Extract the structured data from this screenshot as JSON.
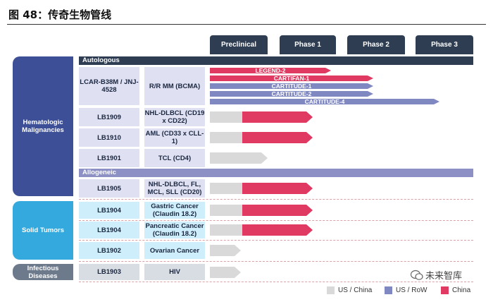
{
  "figure_title": "图 48：传奇生物管线",
  "phases": [
    "Preclinical",
    "Phase 1",
    "Phase 2",
    "Phase 3"
  ],
  "groups": [
    {
      "label": "Hematologic Malignancies",
      "color": "#3d4f96"
    },
    {
      "label": "Solid Tumors",
      "color": "#34a9dd"
    },
    {
      "label": "Infectious Diseases",
      "color": "#6c7a8c"
    }
  ],
  "sections": {
    "autologous": "Autologous",
    "allogeneic": "Allogeneic"
  },
  "programs": [
    {
      "name": "LCAR-B38M / JNJ-4528",
      "indication": "R/R MM (BCMA)"
    },
    {
      "name": "LB1909",
      "indication": "NHL-DLBCL (CD19 x CD22)"
    },
    {
      "name": "LB1910",
      "indication": "AML (CD33 x CLL-1)"
    },
    {
      "name": "LB1901",
      "indication": "TCL (CD4)"
    },
    {
      "name": "LB1905",
      "indication": "NHL-DLBCL, FL, MCL, SLL (CD20)"
    },
    {
      "name": "LB1904",
      "indication": "Gastric Cancer (Claudin 18.2)"
    },
    {
      "name": "LB1904",
      "indication": "Pancreatic Cancer (Claudin 18.2)"
    },
    {
      "name": "LB1902",
      "indication": "Ovarian Cancer"
    },
    {
      "name": "LB1903",
      "indication": "HIV"
    }
  ],
  "trial_bars": [
    {
      "label": "LEGEND-2",
      "region": "China"
    },
    {
      "label": "CARTIFAN-1",
      "region": "China"
    },
    {
      "label": "CARTITUDE-1",
      "region": "US / RoW"
    },
    {
      "label": "CARTITUDE-2",
      "region": "US / RoW"
    },
    {
      "label": "CARTITUDE-4",
      "region": "US / RoW"
    }
  ],
  "legend": [
    {
      "label": "US / China",
      "color": "#d9d9d9"
    },
    {
      "label": "US / RoW",
      "color": "#8088c2"
    },
    {
      "label": "China",
      "color": "#e03a62"
    }
  ],
  "watermark": "未来智库",
  "colors": {
    "china": "#e03a62",
    "us_row": "#8088c2",
    "us_china": "#d9d9d9",
    "header": "#2e3d52",
    "section_auto": "#2e3d52",
    "section_allo": "#8c90c4",
    "cell_heme": "#dfe1f2",
    "cell_solid": "#cdeefa",
    "cell_inf": "#d8dde4"
  }
}
